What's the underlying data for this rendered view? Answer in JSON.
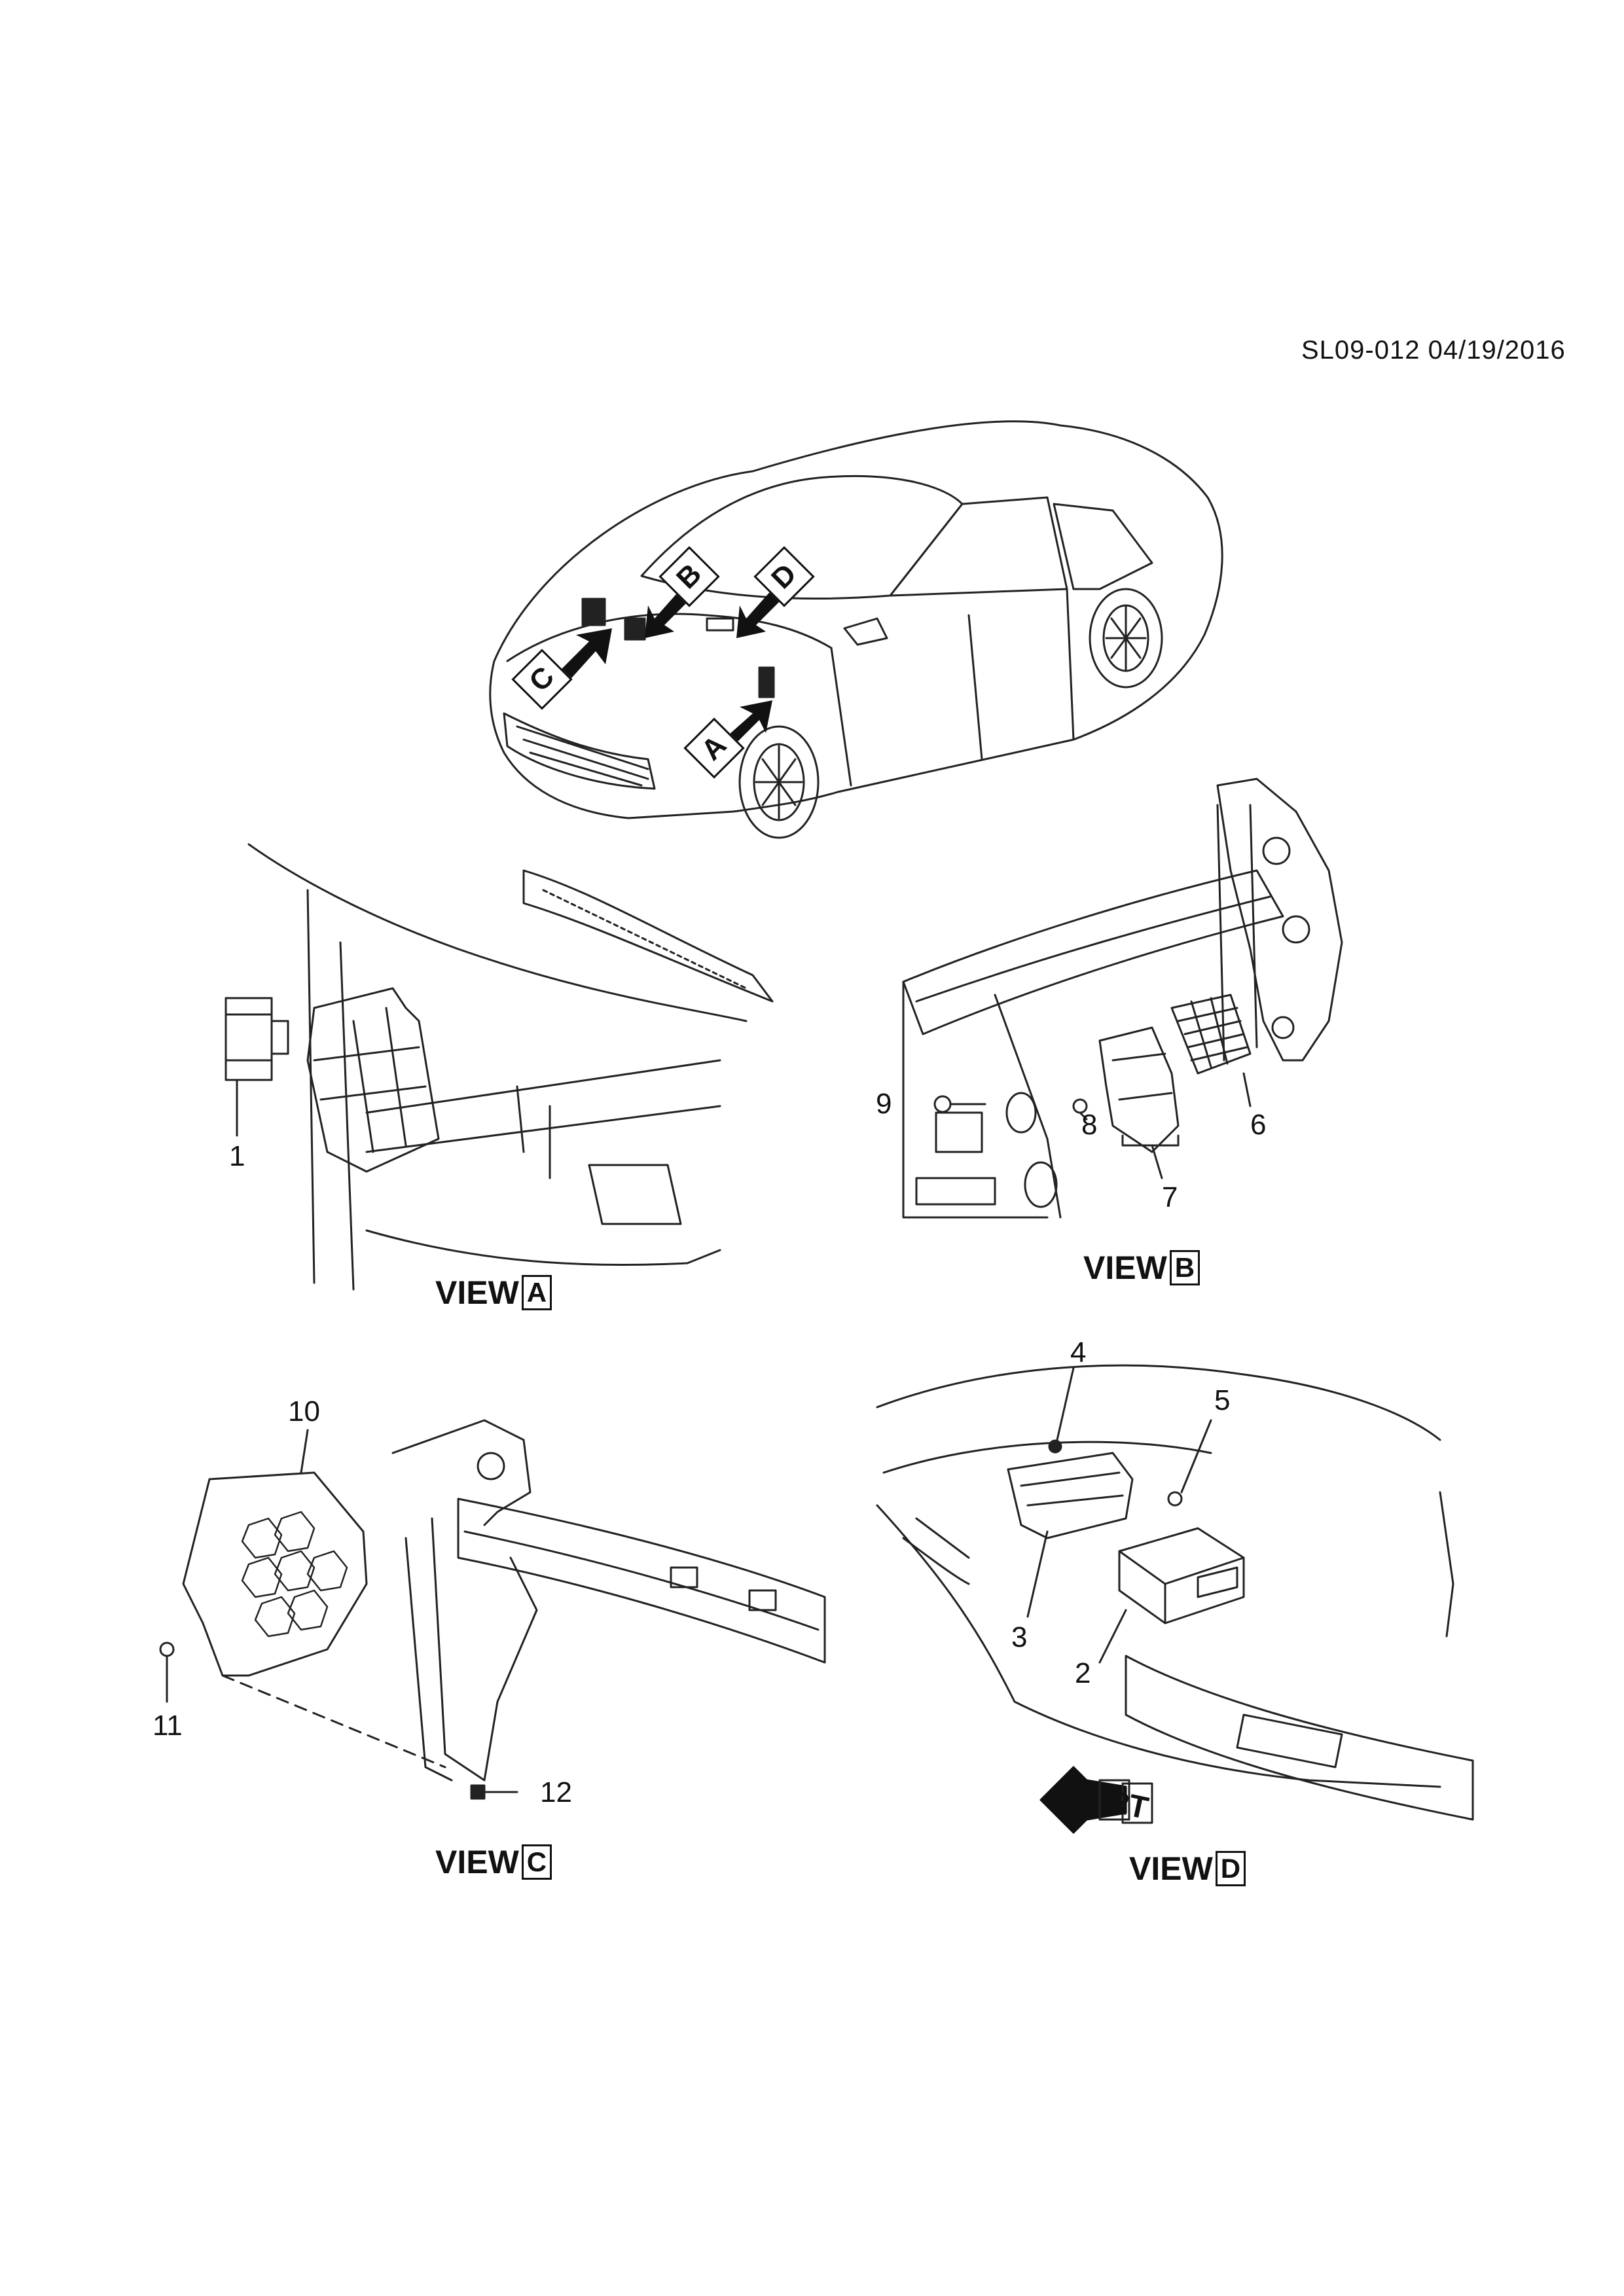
{
  "reference": "SL09-012 04/19/2016",
  "arrows": {
    "a": "A",
    "b": "B",
    "c": "C",
    "d": "D"
  },
  "views": [
    {
      "word": "VIEW",
      "letter": "A"
    },
    {
      "word": "VIEW",
      "letter": "B"
    },
    {
      "word": "VIEW",
      "letter": "C"
    },
    {
      "word": "VIEW",
      "letter": "D"
    }
  ],
  "callouts": {
    "c1": "1",
    "c2": "2",
    "c3": "3",
    "c4": "4",
    "c5": "5",
    "c6": "6",
    "c7": "7",
    "c8": "8",
    "c9": "9",
    "c10": "10",
    "c11": "11",
    "c12": "12"
  },
  "direction": "RT"
}
